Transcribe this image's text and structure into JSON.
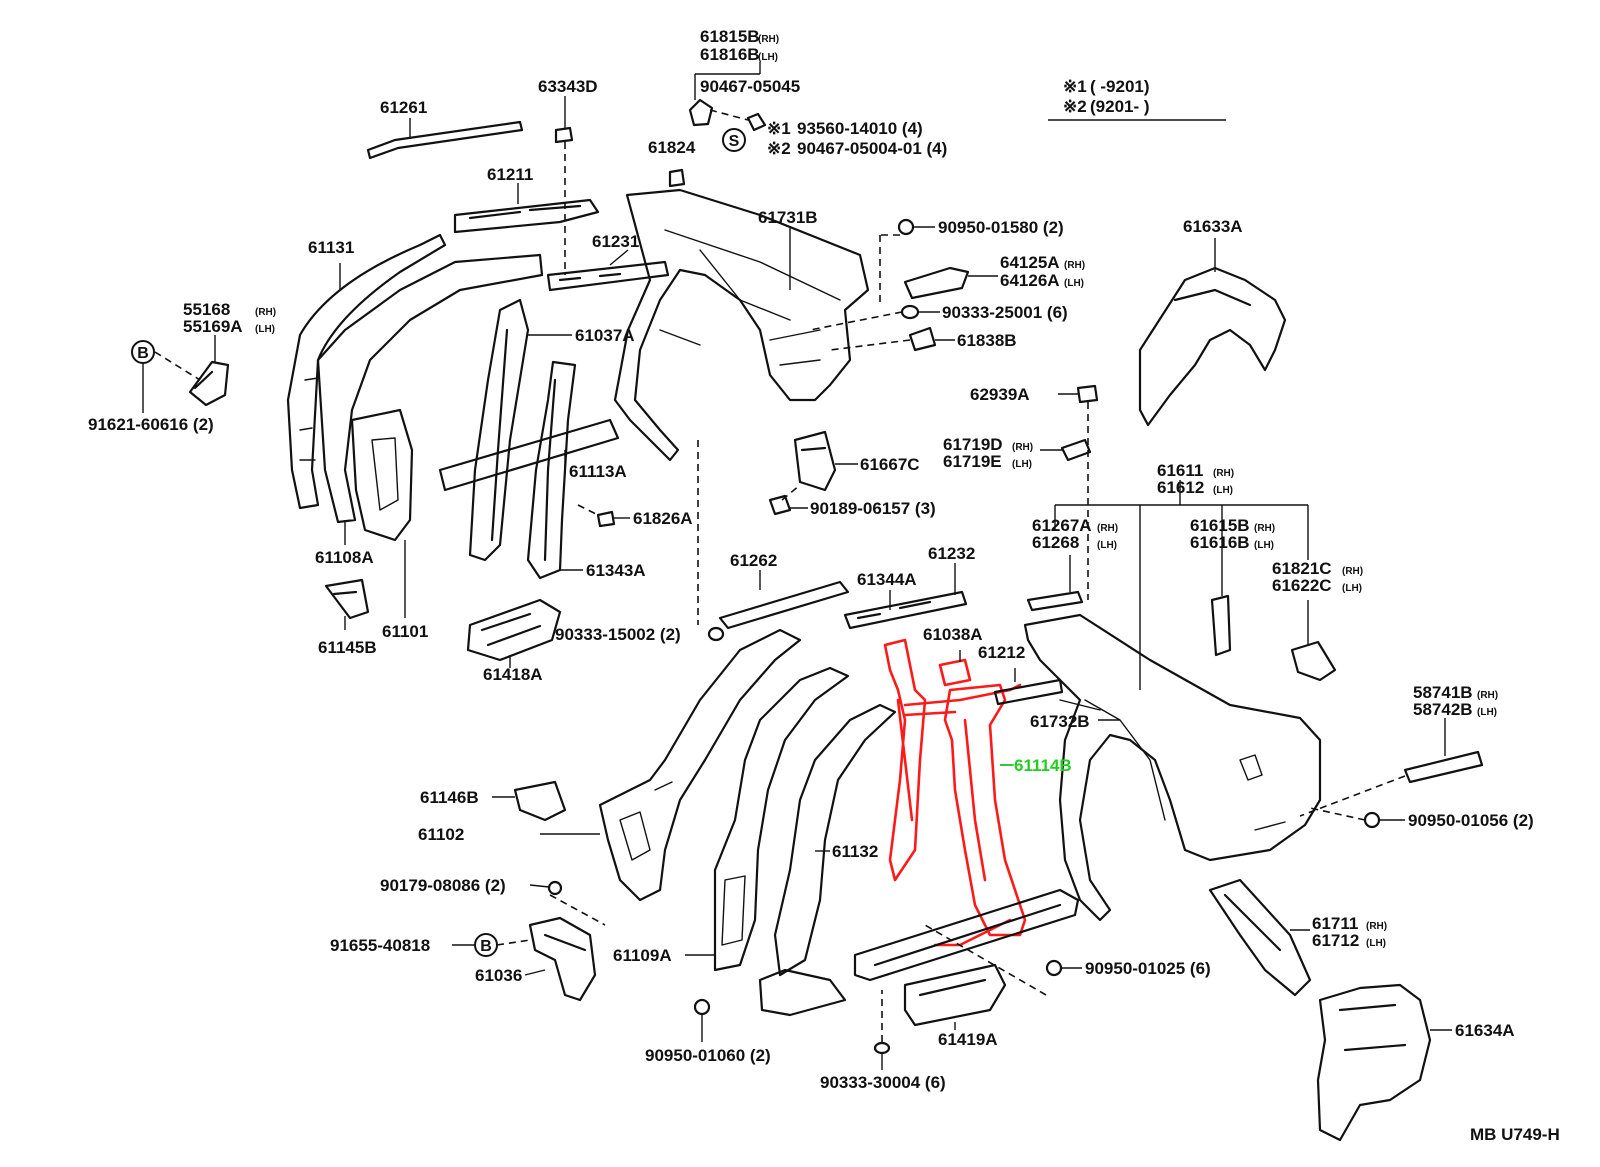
{
  "diagram_code": "MB U749-H",
  "legend": {
    "mark1_symbol": "※1",
    "mark1_range": "(        -9201)",
    "mark2_symbol": "※2",
    "mark2_range": "(9201-        )"
  },
  "circle_symbols": {
    "b": "B",
    "s": "S"
  },
  "colors": {
    "highlight_part": "#ff1a1a",
    "highlight_label": "#22cc22",
    "ink": "#111111"
  },
  "labels": {
    "p61815B": "61815B",
    "p61816B": "61816B",
    "p90467_05045": "90467-05045",
    "p93560": "93560-14010 (4)",
    "p90467_05004": "90467-05004-01 (4)",
    "p61261": "61261",
    "p63343D": "63343D",
    "p61824": "61824",
    "p61211": "61211",
    "p61731B": "61731B",
    "p90950_01580": "90950-01580 (2)",
    "p64125A": "64125A",
    "p64126A": "64126A",
    "p90333_25001": "90333-25001 (6)",
    "p61838B": "61838B",
    "p61131": "61131",
    "p61231": "61231",
    "p55168": "55168",
    "p55169A": "55169A",
    "p61037A": "61037A",
    "p91621": "91621-60616 (2)",
    "p61633A": "61633A",
    "p62939A": "62939A",
    "p61719D": "61719D",
    "p61719E": "61719E",
    "p61667C": "61667C",
    "p61113A": "61113A",
    "p61611": "61611",
    "p61612": "61612",
    "p90189": "90189-06157 (3)",
    "p61826A": "61826A",
    "p61267A": "61267A",
    "p61268": "61268",
    "p61615B": "61615B",
    "p61616B": "61616B",
    "p61108A": "61108A",
    "p61343A": "61343A",
    "p61262": "61262",
    "p61232": "61232",
    "p61821C": "61821C",
    "p61622C": "61622C",
    "p61344A": "61344A",
    "p61145B": "61145B",
    "p61101": "61101",
    "p90333_15002": "90333-15002 (2)",
    "p61038A": "61038A",
    "p61212": "61212",
    "p61418A": "61418A",
    "p58741B": "58741B",
    "p58742B": "58742B",
    "p61732B": "61732B",
    "p61114B": "61114B",
    "p61146B": "61146B",
    "p61102": "61102",
    "p90950_01056": "90950-01056 (2)",
    "p61132": "61132",
    "p90179": "90179-08086 (2)",
    "p61711": "61711",
    "p61712": "61712",
    "p91655": "91655-40818",
    "p61109A": "61109A",
    "p90950_01025": "90950-01025 (6)",
    "p61036": "61036",
    "p61419A": "61419A",
    "p61634A": "61634A",
    "p90950_01060": "90950-01060 (2)",
    "p90333_30004": "90333-30004 (6)"
  },
  "side_tags": {
    "rh": "(RH)",
    "lh": "(LH)"
  }
}
